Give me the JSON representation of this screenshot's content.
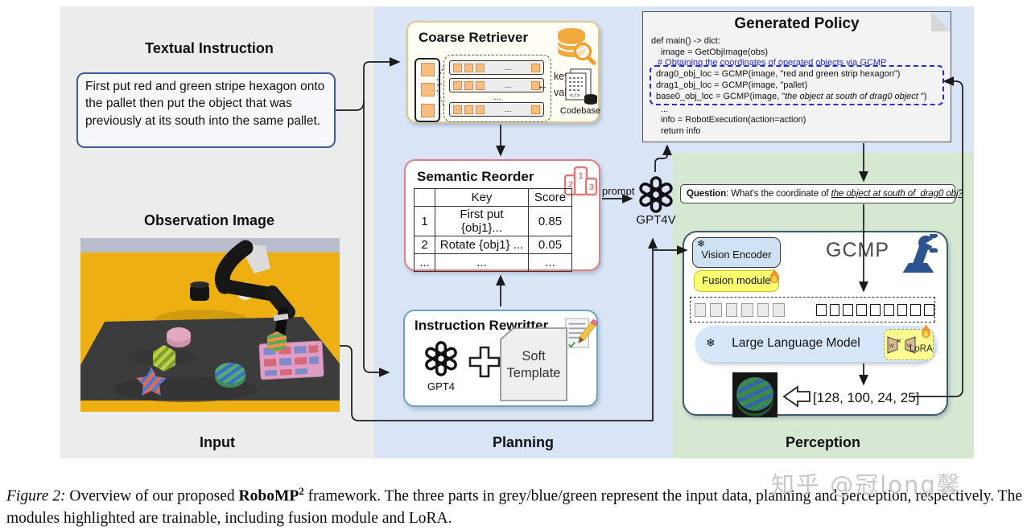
{
  "colors": {
    "grey_panel": "#ececec",
    "blue_panel": "#d9e5f6",
    "green_panel": "#d6e7d2",
    "code_comment_blue": "#2a2ad4",
    "retriever_border": "#e2c887",
    "reorder_border": "#de8181",
    "rewritter_border": "#67a9b6"
  },
  "labels": {
    "input": "Input",
    "planning": "Planning",
    "perception": "Perception"
  },
  "input_panel": {
    "textual_instruction_title": "Textual Instruction",
    "instruction": "First put red and green stripe hexagon onto the pallet then put the object that was previously at its south into the same pallet.",
    "observation_title": "Observation Image"
  },
  "coarse_retriever": {
    "title": "Coarse Retriever",
    "ellipsis": "...",
    "key": "key",
    "val": "val",
    "arrow_left": "←",
    "codebase": "Codebase"
  },
  "semantic_reorder": {
    "title": "Semantic Reorder",
    "podium": [
      "2",
      "1",
      "3"
    ],
    "headers": [
      "",
      "Key",
      "Score"
    ],
    "rows": [
      [
        "1",
        "First put {obj1}...",
        "0.85"
      ],
      [
        "2",
        "Rotate {obj1} ...",
        "0.05"
      ],
      [
        "...",
        "...",
        "..."
      ]
    ]
  },
  "instruction_rewritter": {
    "title": "Instruction Rewritter",
    "gpt4": "GPT4",
    "soft_template": "Soft Template"
  },
  "gpt4v": {
    "label": "GPT4V",
    "prompt": "prompt"
  },
  "generated_policy": {
    "title": "Generated Policy",
    "line1": "def main() -> dict:",
    "line2": "image = GetObjImage(obs)",
    "comment": "# Obtaining the coordinates of operated objects via GCMP",
    "gcmp_line1": "drag0_obj_loc = GCMP(image, \"red and green strip hexagon\")",
    "gcmp_line2": "drag1_obj_loc = GCMP(image, \"pallet)",
    "gcmp_line3_pre": "base0_obj_loc = GCMP(image, \"",
    "gcmp_line3_italic": "the object at south of drag0 object ",
    "gcmp_line3_post": "\")",
    "ellipsis": "...",
    "line4": "info = RobotExecution(action=action)",
    "line5": "return info"
  },
  "question": {
    "bold": "Question",
    "mid": ": What's the coordinate of ",
    "italic": "the object at south of  drag0 obj?"
  },
  "gcmp": {
    "title": "GCMP",
    "vision_encoder": "Vision Encoder",
    "fusion_module": "Fusion module",
    "llm": "Large Language Model",
    "lora": "LoRA",
    "times": "×",
    "w": "W",
    "snowflake": "❄",
    "coords": "[128, 100, 24, 25]"
  },
  "caption": {
    "fig": "Figure 2:",
    "pre": " Overview of our proposed ",
    "bold": "RoboMP",
    "sup": "2",
    "post": " framework. The three parts in grey/blue/green represent the input data, planning and perception, respectively. The modules highlighted are trainable, including fusion module and LoRA."
  },
  "watermark": "知乎 @冠long馨"
}
